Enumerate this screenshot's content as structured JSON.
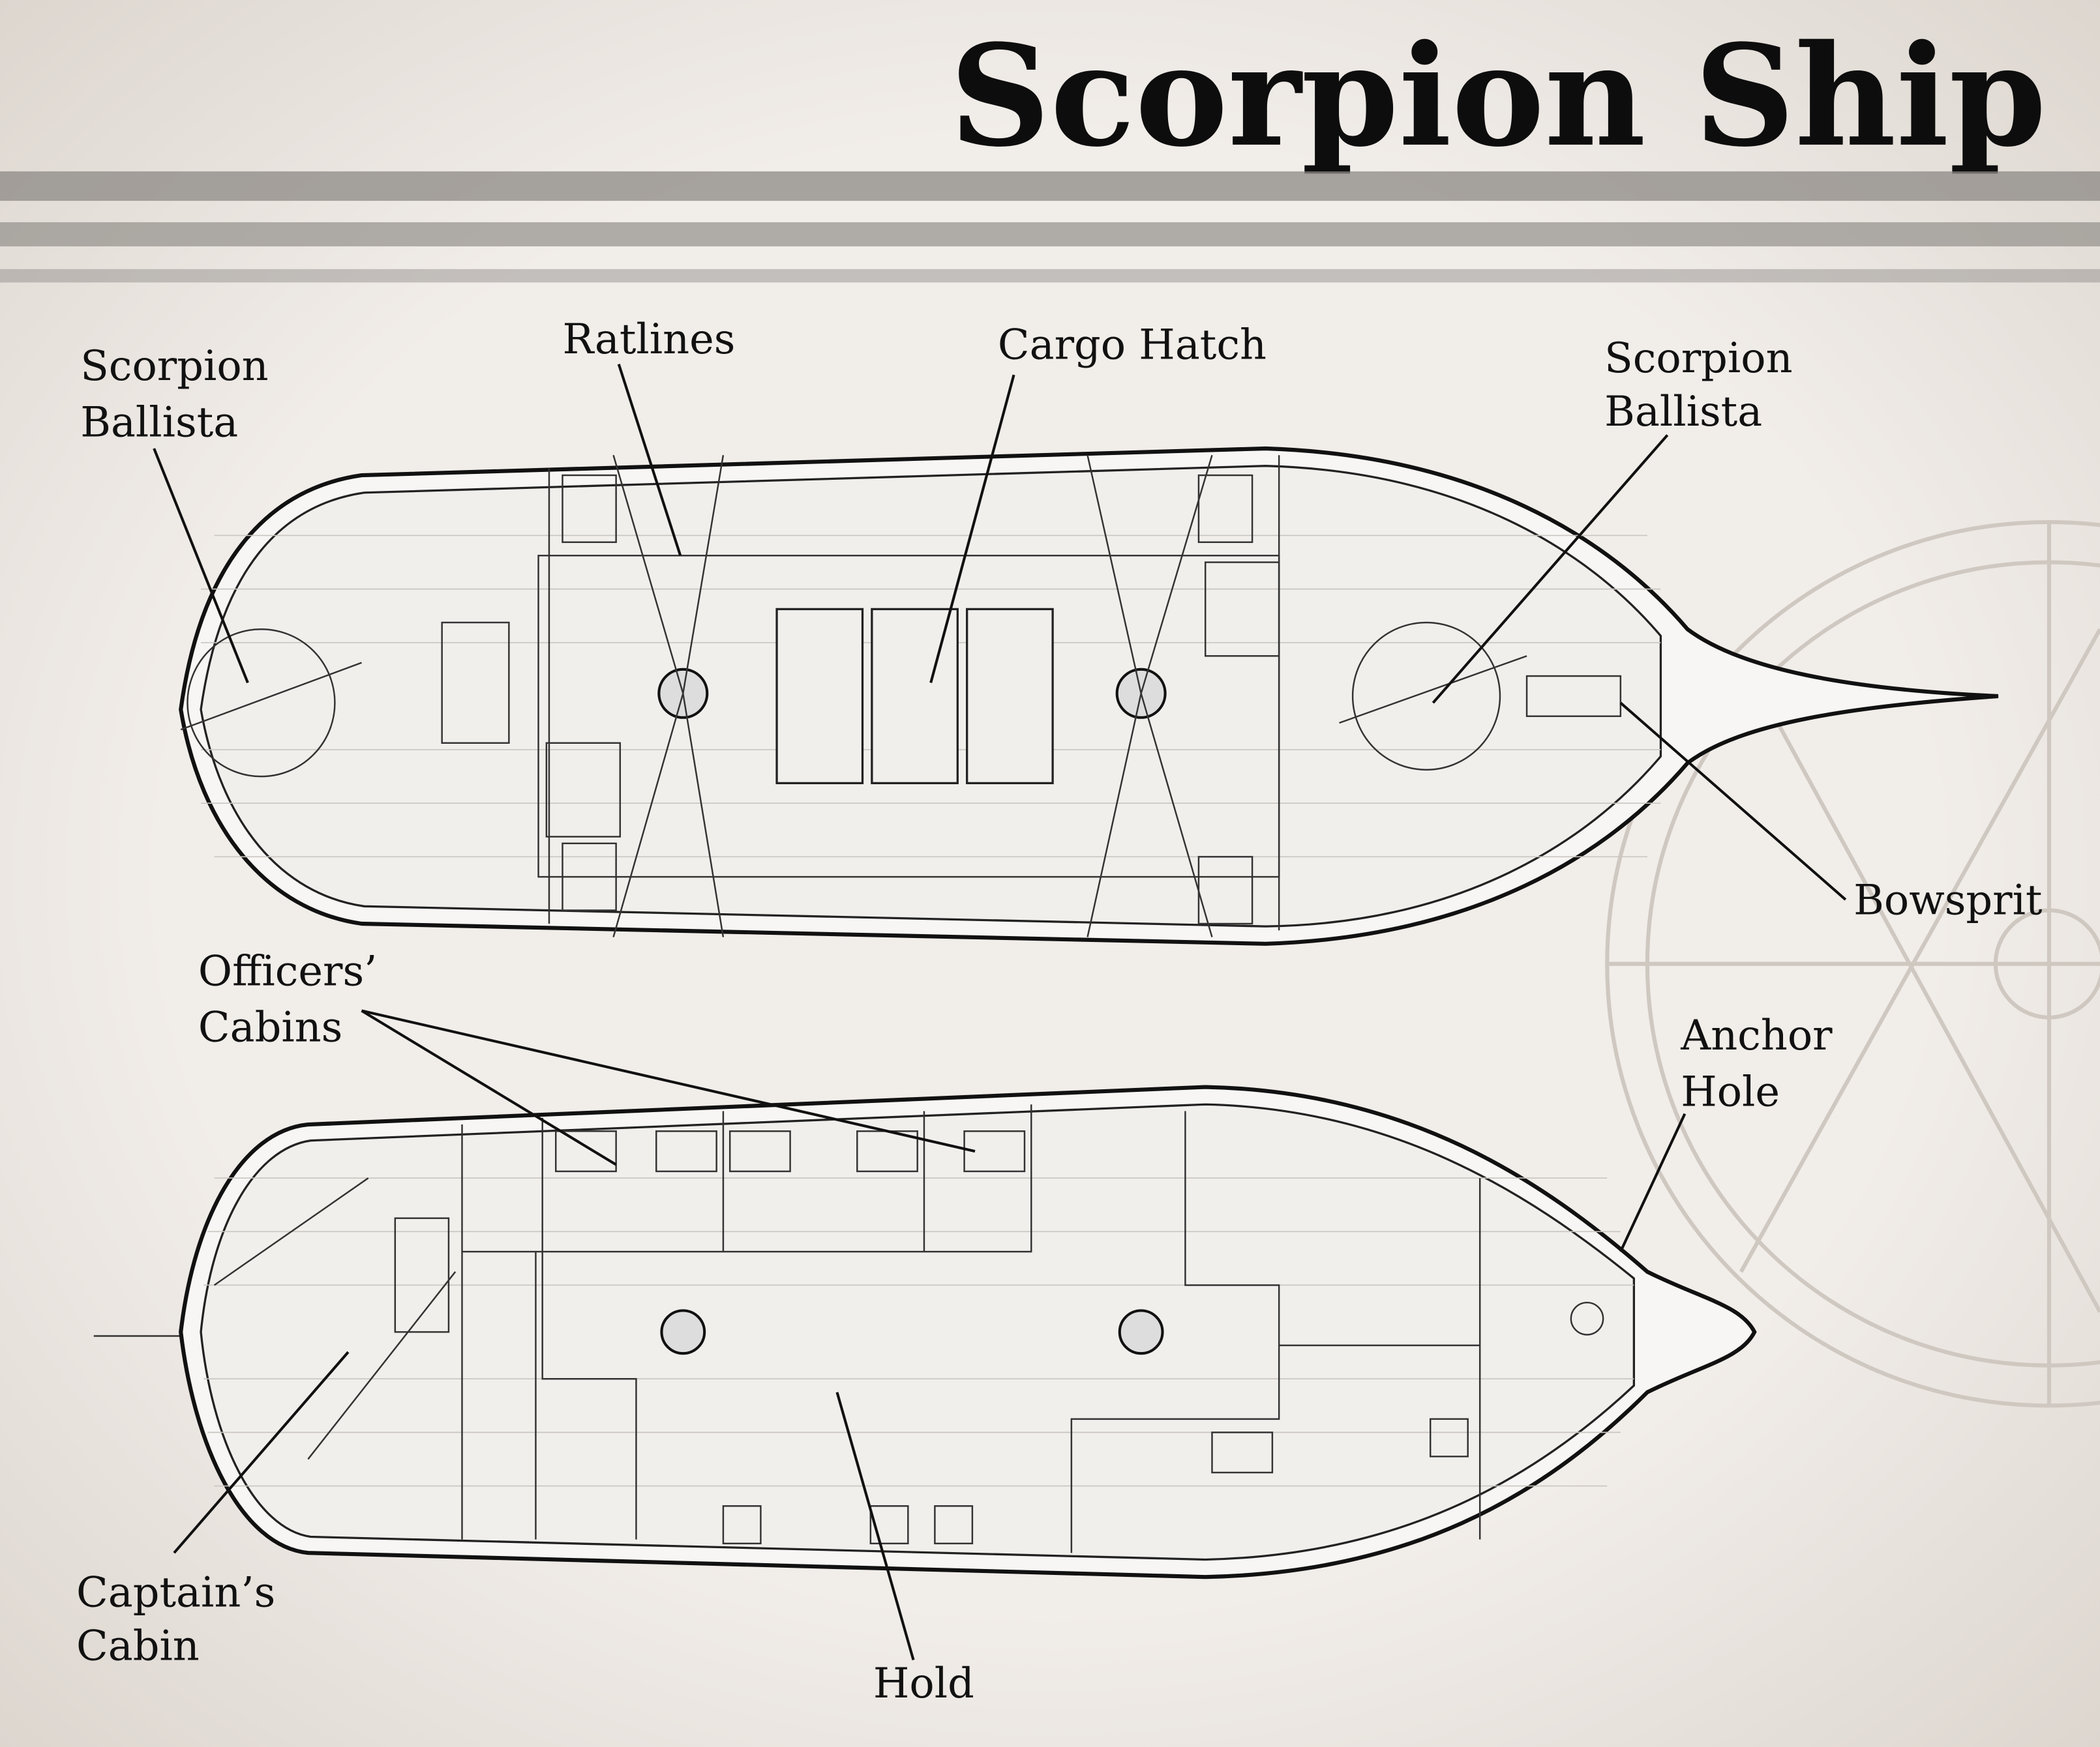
{
  "title": "Scorpion Ship",
  "labels": {
    "ballista_left": [
      "Scorpion",
      "Ballista"
    ],
    "ratlines": "Ratlines",
    "cargo_hatch": "Cargo Hatch",
    "ballista_right": [
      "Scorpion",
      "Ballista"
    ],
    "bowsprit": "Bowsprit",
    "officers_cabins": [
      "Officers’",
      "Cabins"
    ],
    "anchor_hole": [
      "Anchor",
      "Hole"
    ],
    "captains_cabin": [
      "Captain’s",
      "Cabin"
    ],
    "hold": "Hold"
  },
  "colors": {
    "background": "#ece7e2",
    "ink": "#111111",
    "deck": "#f1efec",
    "band": "#8c8884"
  }
}
